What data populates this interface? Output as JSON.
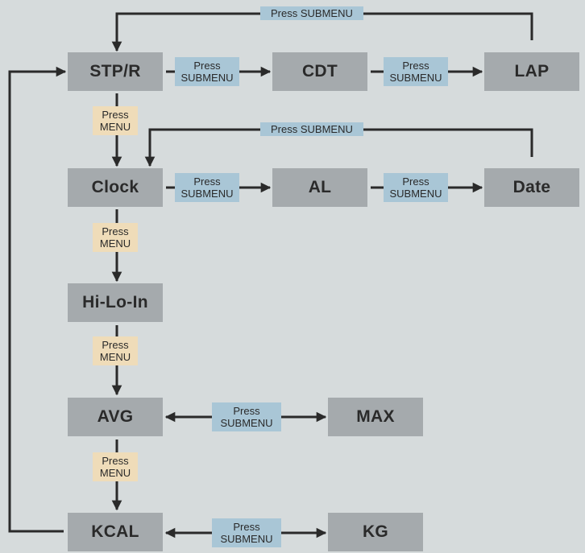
{
  "modes": {
    "stpr": "STP/R",
    "cdt": "CDT",
    "lap": "LAP",
    "clock": "Clock",
    "al": "AL",
    "date": "Date",
    "hilo": "Hi-Lo-In",
    "avg": "AVG",
    "max": "MAX",
    "kcal": "KCAL",
    "kg": "KG"
  },
  "labels": {
    "press": "Press",
    "submenu": "SUBMENU",
    "menu": "MENU",
    "press_submenu": "Press SUBMENU"
  },
  "colors": {
    "background": "#d6dbdc",
    "mode_box": "#a5aaad",
    "submenu_label": "#a9c6d6",
    "menu_label": "#efdcb9",
    "arrow": "#2a2a2a"
  }
}
